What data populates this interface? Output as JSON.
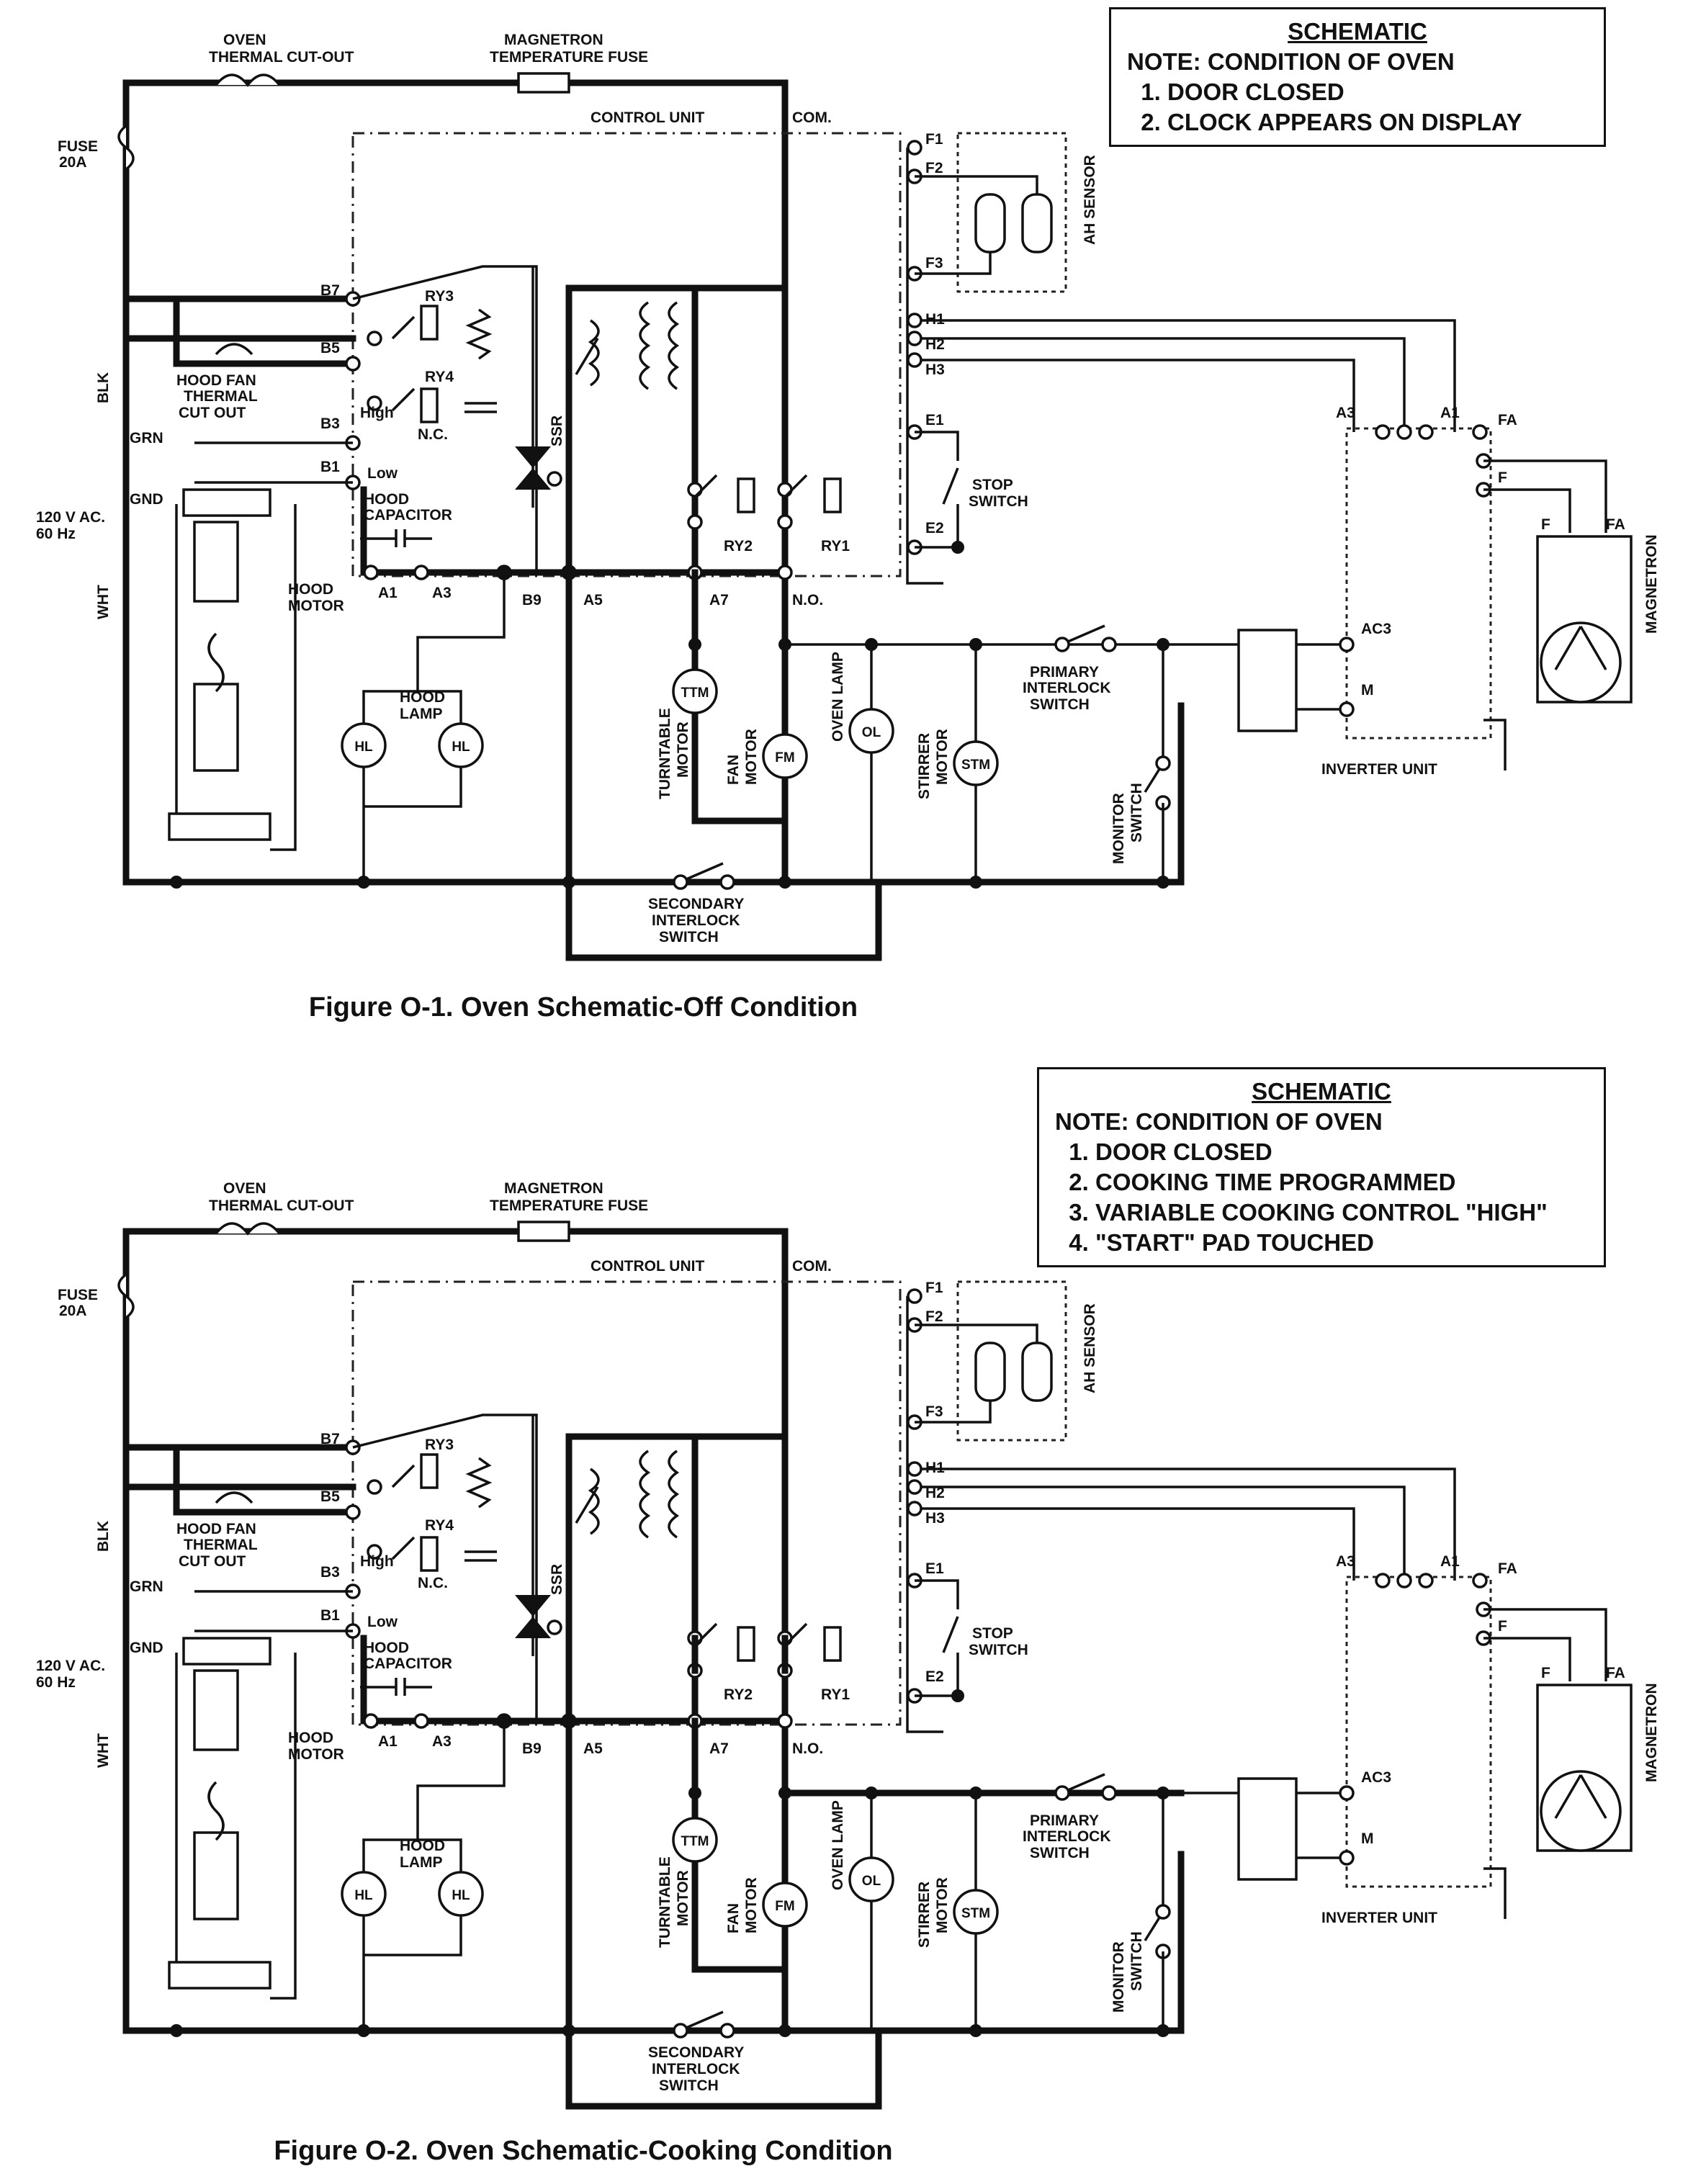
{
  "figures": [
    {
      "caption": "Figure O-1. Oven Schematic-Off Condition",
      "note": {
        "title": "SCHEMATIC",
        "heading": "NOTE: CONDITION OF OVEN",
        "items": [
          "DOOR CLOSED",
          "CLOCK APPEARS ON DISPLAY"
        ]
      }
    },
    {
      "caption": "Figure O-2. Oven Schematic-Cooking Condition",
      "note": {
        "title": "SCHEMATIC",
        "heading": "NOTE: CONDITION OF OVEN",
        "items": [
          "DOOR CLOSED",
          "COOKING TIME PROGRAMMED",
          "VARIABLE COOKING CONTROL \"HIGH\"",
          "\"START\" PAD TOUCHED"
        ]
      }
    }
  ],
  "labels": {
    "oven_cutout_1": "OVEN",
    "oven_cutout_2": "THERMAL CUT-OUT",
    "mag_fuse_1": "MAGNETRON",
    "mag_fuse_2": "TEMPERATURE FUSE",
    "fuse_1": "FUSE",
    "fuse_2": "20A",
    "control_unit": "CONTROL UNIT",
    "com": "COM.",
    "blk": "BLK",
    "wht": "WHT",
    "grn": "GRN",
    "gnd": "GND",
    "supply_1": "120 V AC.",
    "supply_2": "60 Hz",
    "hood_fan_1": "HOOD FAN",
    "hood_fan_2": "THERMAL",
    "hood_fan_3": "CUT OUT",
    "hood_motor_1": "HOOD",
    "hood_motor_2": "MOTOR",
    "hood_cap_1": "HOOD",
    "hood_cap_2": "CAPACITOR",
    "hood_lamp_1": "HOOD",
    "hood_lamp_2": "LAMP",
    "hl": "HL",
    "high": "High",
    "low": "Low",
    "nc": "N.C.",
    "no": "N.O.",
    "ry1": "RY1",
    "ry2": "RY2",
    "ry3": "RY3",
    "ry4": "RY4",
    "ssr": "SSR",
    "b1": "B1",
    "b3": "B3",
    "b5": "B5",
    "b7": "B7",
    "b9": "B9",
    "a1": "A1",
    "a3": "A3",
    "a5": "A5",
    "a7": "A7",
    "f1": "F1",
    "f2": "F2",
    "f3": "F3",
    "h1": "H1",
    "h2": "H2",
    "h3": "H3",
    "e1": "E1",
    "e2": "E2",
    "ah_sensor": "AH SENSOR",
    "stop_switch_1": "STOP",
    "stop_switch_2": "SWITCH",
    "inv_a3": "A3",
    "inv_a1": "A1",
    "inv_ac3": "AC3",
    "inv_m": "M",
    "fa": "FA",
    "f": "F",
    "magnetron": "MAGNETRON",
    "inverter_unit": "INVERTER UNIT",
    "ttm": "TTM",
    "turntable_motor_1": "TURNTABLE",
    "turntable_motor_2": "MOTOR",
    "fm": "FM",
    "fan_motor_1": "FAN",
    "fan_motor_2": "MOTOR",
    "ol": "OL",
    "oven_lamp": "OVEN LAMP",
    "stm": "STM",
    "stirrer_motor_1": "STIRRER",
    "stirrer_motor_2": "MOTOR",
    "primary_1": "PRIMARY",
    "primary_2": "INTERLOCK",
    "primary_3": "SWITCH",
    "monitor_1": "MONITOR",
    "monitor_2": "SWITCH",
    "secondary_1": "SECONDARY",
    "secondary_2": "INTERLOCK",
    "secondary_3": "SWITCH"
  }
}
